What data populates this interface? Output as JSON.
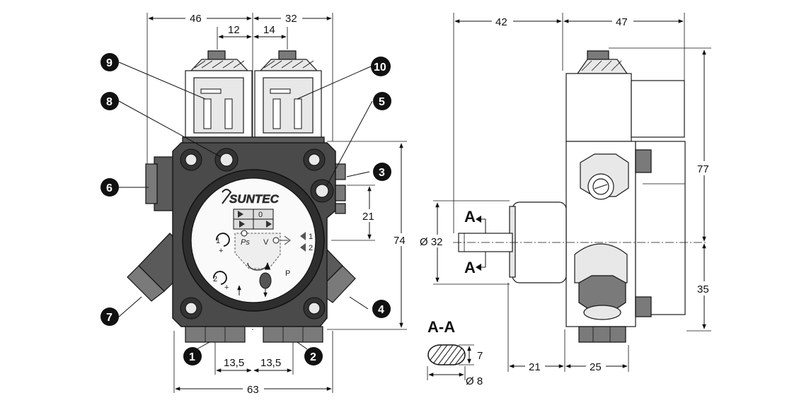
{
  "front_view": {
    "dimensions": {
      "top_left": "46",
      "top_right": "32",
      "coil_left": "12",
      "coil_right": "14",
      "vertical_small": "21",
      "height": "74",
      "bottom_left": "13,5",
      "bottom_right": "13,5",
      "width_total": "63"
    },
    "brand": "SUNTEC",
    "face_labels": {
      "ps": "Ps",
      "v": "V",
      "p": "P",
      "one": "1",
      "two": "2",
      "rot1": "1",
      "rot2": "2",
      "plus1": "+",
      "plus2": "+",
      "mark_o": "0"
    },
    "callouts": [
      "9",
      "8",
      "6",
      "7",
      "1",
      "2",
      "4",
      "3",
      "5",
      "10"
    ]
  },
  "side_view": {
    "dimensions": {
      "top_left": "42",
      "top_right": "47",
      "height_top": "77",
      "height_bottom": "35",
      "shaft_dia": "Ø 32",
      "bottom_left": "21",
      "bottom_right": "25"
    },
    "section_marks": {
      "upper": "A",
      "lower": "A"
    }
  },
  "section": {
    "title": "A-A",
    "dim_height": "7",
    "dim_dia": "Ø 8"
  }
}
